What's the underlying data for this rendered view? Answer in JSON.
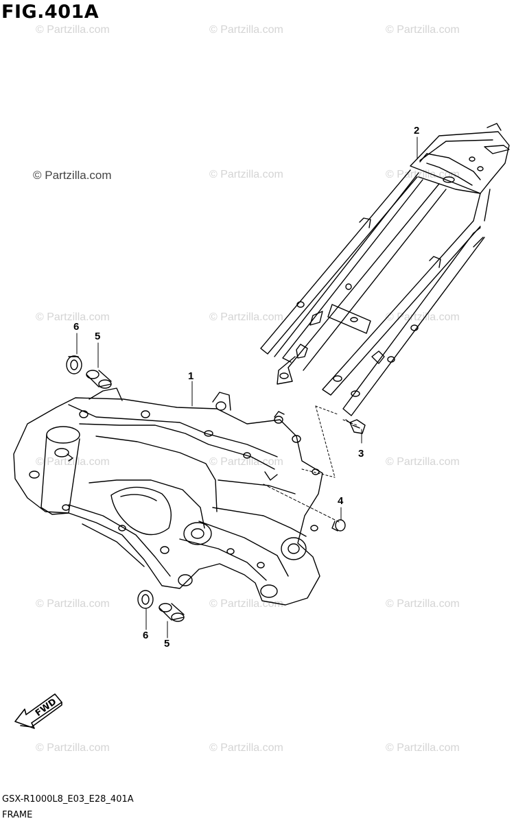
{
  "figure": {
    "title": "FIG.401A",
    "code": "GSX-R1000L8_E03_E28_401A",
    "caption": "FRAME"
  },
  "watermark": {
    "text": "© Partzilla.com"
  },
  "callouts": [
    {
      "num": "1",
      "part": "main-frame"
    },
    {
      "num": "2",
      "part": "seat-rail"
    },
    {
      "num": "3",
      "part": "bolt"
    },
    {
      "num": "4",
      "part": "rivet"
    },
    {
      "num": "5",
      "part": "collar"
    },
    {
      "num": "5",
      "part": "collar"
    },
    {
      "num": "6",
      "part": "washer"
    },
    {
      "num": "6",
      "part": "washer"
    }
  ],
  "fwd": {
    "label": "FWD"
  }
}
